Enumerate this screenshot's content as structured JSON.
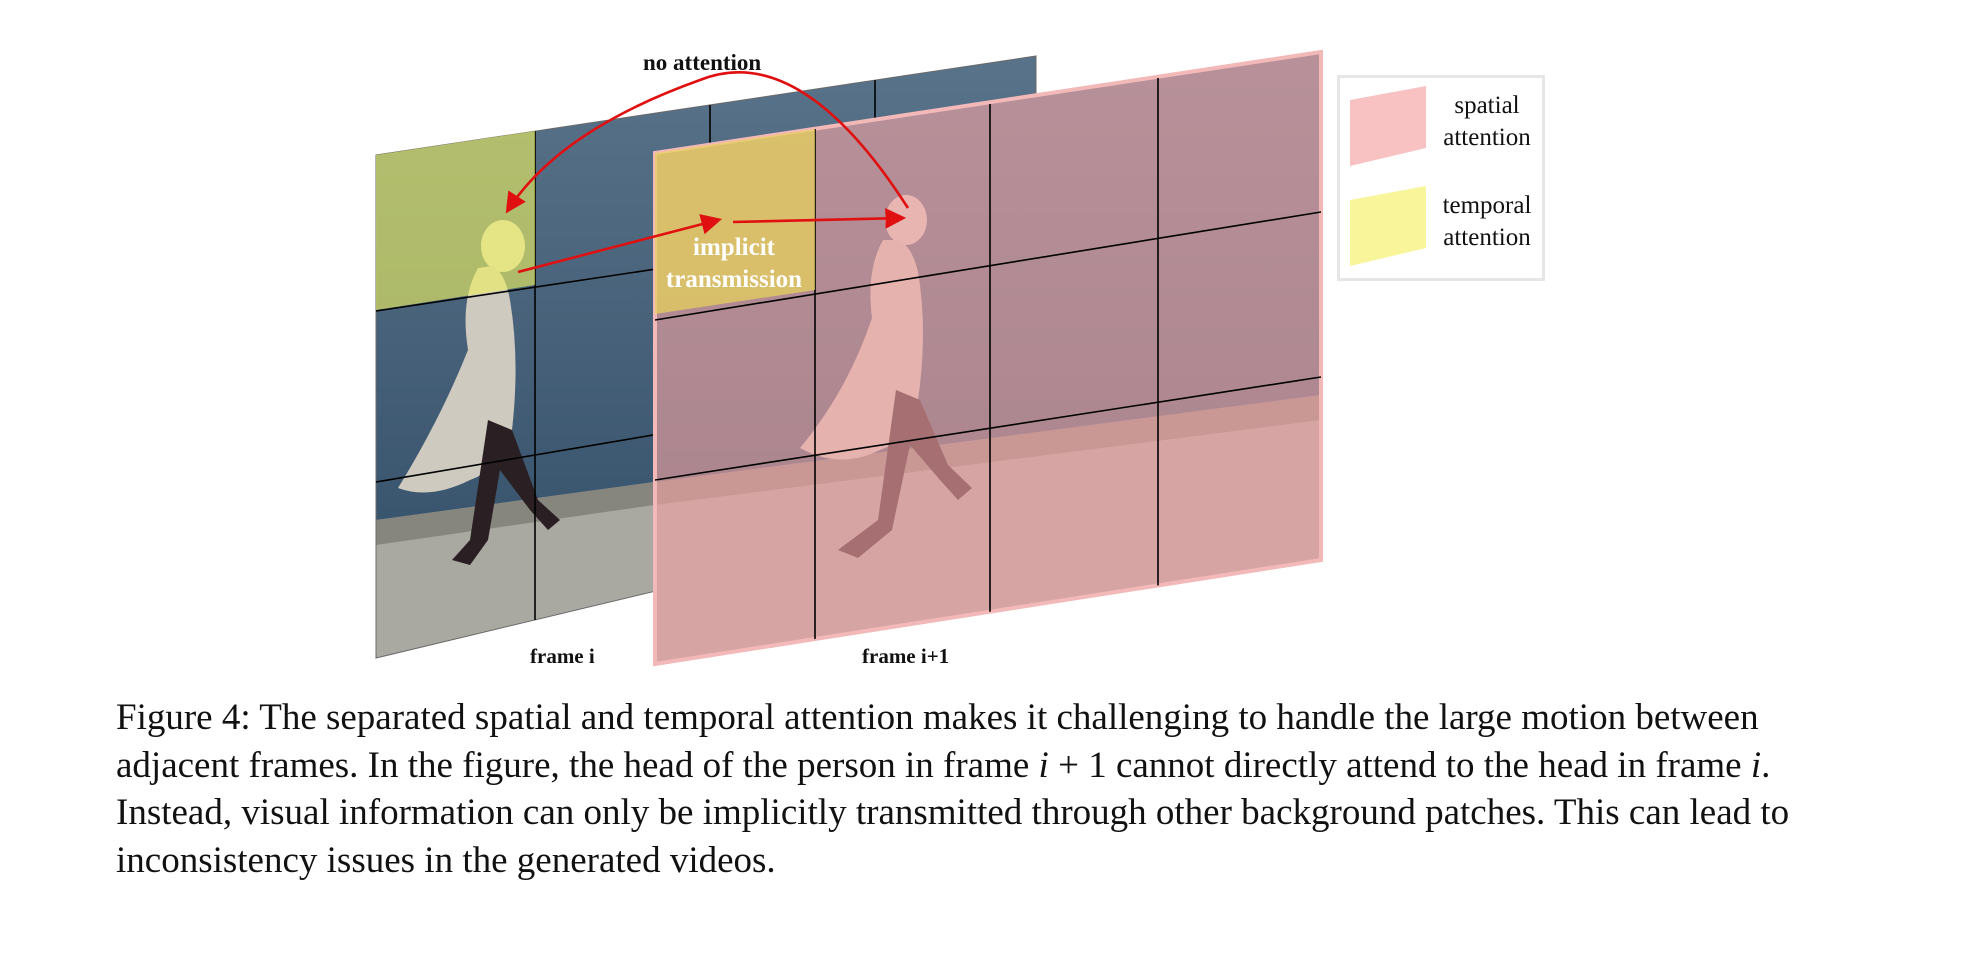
{
  "figure": {
    "arrow_no_attention": "no attention",
    "arrow_implicit": [
      "implicit",
      "transmission"
    ],
    "frame_left_label": "frame i",
    "frame_right_label": "frame i+1",
    "legend": {
      "spatial": [
        "spatial",
        "attention"
      ],
      "temporal": [
        "temporal",
        "attention"
      ]
    },
    "colors": {
      "spatial": "#f4a0a0",
      "temporal": "#f6f070",
      "arrow": "#e01010",
      "water": "#3f5e78",
      "ground": "#9b9b94"
    }
  },
  "caption": {
    "prefix": "Figure 4: The separated spatial and temporal attention makes it challenging to handle the large motion between adjacent frames. In the figure, the head of the person in frame ",
    "math1": "i",
    "mid1": " + 1 cannot directly attend to the head in frame ",
    "math2": "i",
    "suffix": ". Instead, visual information can only be implicitly transmitted through other background patches. This can lead to inconsistency issues in the generated videos."
  }
}
